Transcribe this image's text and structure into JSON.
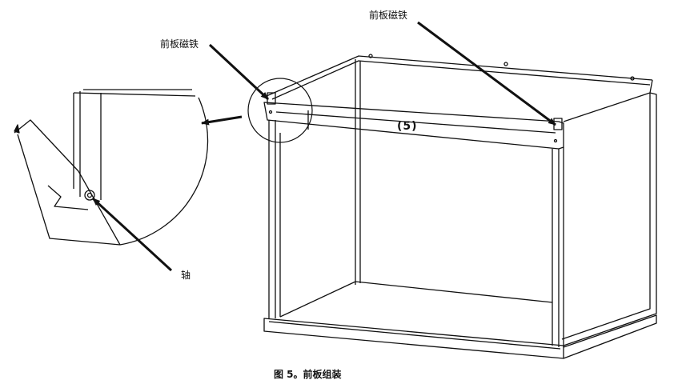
{
  "labels": {
    "front_magnet_left": "前板磁铁",
    "front_magnet_right": "前板磁铁",
    "pivot": "轴",
    "part_number": "(5)"
  },
  "caption": "图 5。前板组装",
  "colors": {
    "line": "#111111",
    "background": "#ffffff"
  }
}
